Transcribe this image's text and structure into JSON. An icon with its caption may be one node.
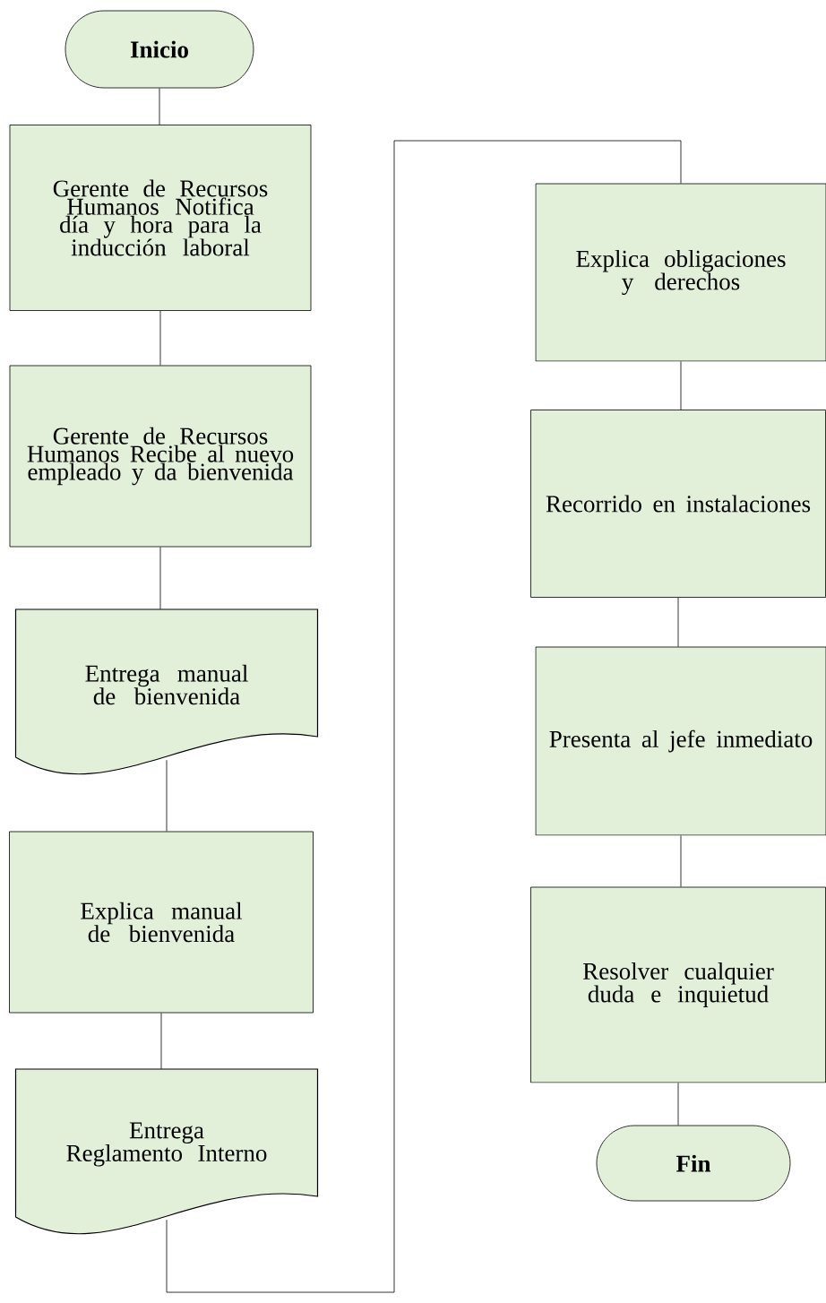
{
  "diagram": {
    "nodes": [
      {
        "text": [
          "Inicio"
        ]
      },
      {
        "text": [
          "Gerente de Recursos Humanos Notifica día y hora para la inducción laboral"
        ]
      },
      {
        "text": [
          "Gerente de Recursos Humanos Recibe al nuevo empleado y da bienvenida"
        ]
      },
      {
        "text": [
          "Entrega manual de bienvenida"
        ]
      },
      {
        "text": [
          "Explica manual de bienvenida"
        ]
      },
      {
        "text": [
          "Entrega Reglamento Interno"
        ]
      },
      {
        "text": [
          "Explica obligaciones y derechos"
        ]
      },
      {
        "text": [
          "Recorrido en instalaciones"
        ]
      },
      {
        "text": [
          "Presenta al jefe inmediato"
        ]
      },
      {
        "text": [
          "Resolver cualquier duda e inquietud"
        ]
      },
      {
        "text": [
          "Fin"
        ]
      }
    ],
    "edges": [
      {
        "from": 0,
        "to": 1,
        "arrow": "none"
      },
      {
        "from": 1,
        "to": 2,
        "arrow": "none"
      },
      {
        "from": 2,
        "to": 3,
        "arrow": "none"
      },
      {
        "from": 3,
        "to": 4,
        "arrow": "none"
      },
      {
        "from": 4,
        "to": 5,
        "arrow": "none"
      },
      {
        "from": 5,
        "to": 6,
        "arrow": "none"
      },
      {
        "from": 6,
        "to": 7,
        "arrow": "none"
      },
      {
        "from": 7,
        "to": 8,
        "arrow": "none"
      },
      {
        "from": 8,
        "to": 9,
        "arrow": "none"
      },
      {
        "from": 9,
        "to": 10,
        "arrow": "none"
      }
    ]
  }
}
